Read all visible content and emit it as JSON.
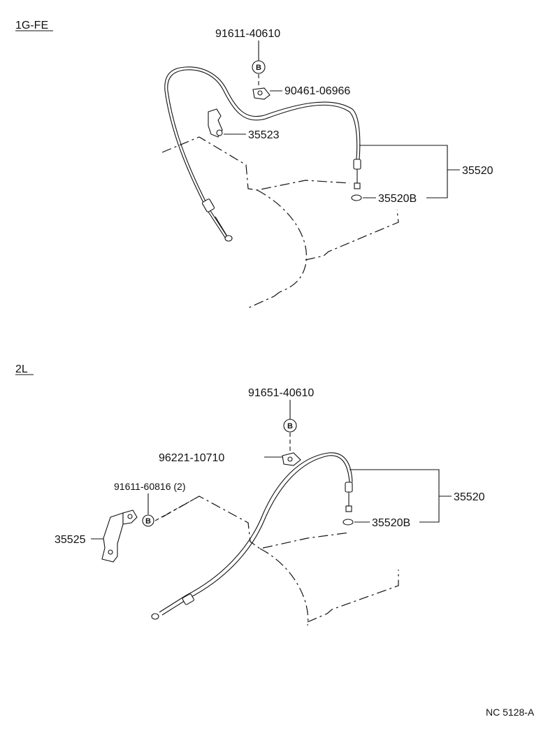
{
  "sections": {
    "top": {
      "header": "1G-FE",
      "labels": {
        "bolt": "91611-40610",
        "nut": "90461-06966",
        "clamp": "35523",
        "cable": "35520",
        "clip": "35520B"
      },
      "bolt_mark": "B"
    },
    "bottom": {
      "header": "2L",
      "labels": {
        "bolt": "91651-40610",
        "nut": "96221-10710",
        "bracket_bolt": "91611-60816 (2)",
        "bracket": "35525",
        "cable": "35520",
        "clip": "35520B"
      },
      "bolt_mark": "B",
      "bracket_bolt_mark": "B"
    }
  },
  "footer": {
    "ref_code": "NC 5128-A"
  }
}
